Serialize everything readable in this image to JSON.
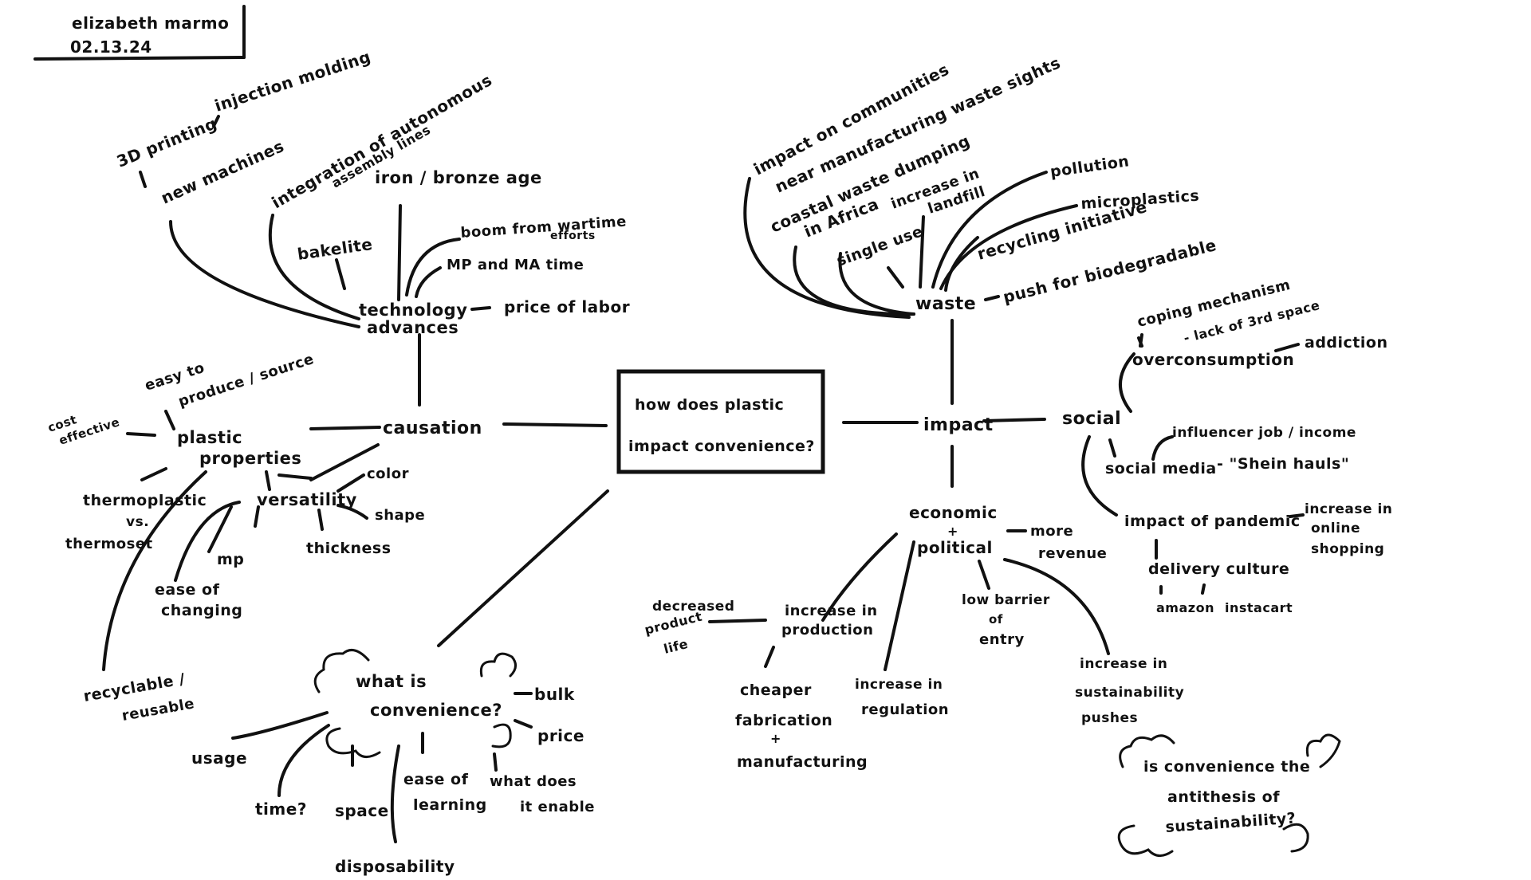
{
  "header": {
    "author": "elizabeth marmo",
    "date": "02.13.24"
  },
  "center": {
    "line1": "how does plastic",
    "line2": "impact convenience?"
  },
  "causation": {
    "label": "causation",
    "technology": {
      "line1": "technology",
      "line2": "advances",
      "items": {
        "printing": "3D printing",
        "injection": "injection molding",
        "new_machines": "new machines",
        "integration1": "integration of autonomous",
        "integration2": "assembly lines",
        "iron": "iron / bronze age",
        "bakelite": "bakelite",
        "boom1": "boom from wartime",
        "boom2": "efforts",
        "mp_ma": "MP and MA time",
        "labor": "price of labor"
      }
    },
    "plastic_properties": {
      "line1": "plastic",
      "line2": "properties",
      "items": {
        "easy1": "easy to",
        "easy2": "produce / source",
        "cost1": "cost",
        "cost2": "effective",
        "thermo1": "thermoplastic",
        "thermo2": "vs.",
        "thermo3": "thermoset",
        "recyclable1": "recyclable /",
        "recyclable2": "reusable"
      }
    },
    "versatility": {
      "label": "versatility",
      "items": {
        "color": "color",
        "shape": "shape",
        "thickness": "thickness",
        "mp": "mp",
        "ease1": "ease of",
        "ease2": "changing"
      }
    }
  },
  "convenience": {
    "line1": "what is",
    "line2": "convenience?",
    "items": {
      "bulk": "bulk",
      "price": "price",
      "usage": "usage",
      "time": "time?",
      "space": "space",
      "learning1": "ease of",
      "learning2": "learning",
      "enable1": "what does",
      "enable2": "it enable",
      "disposability": "disposability"
    }
  },
  "impact": {
    "label": "impact",
    "waste": {
      "label": "waste",
      "items": {
        "communities1": "impact on communities",
        "communities2": "near manufacturing waste sights",
        "coastal1": "coastal waste dumping",
        "coastal2": "in Africa",
        "single_use": "single use",
        "landfill1": "increase in",
        "landfill2": "landfill",
        "pollution": "pollution",
        "microplastics": "microplastics",
        "recycling": "recycling initiative",
        "biodegradable": "push for biodegradable"
      }
    },
    "social": {
      "label": "social",
      "items": {
        "coping": "coping mechanism",
        "third_space": "- lack of 3rd space",
        "overconsumption": "overconsumption",
        "addiction": "addiction",
        "influencer": "influencer job / income",
        "social_media": "social media",
        "shein": "- \"Shein hauls\"",
        "pandemic": "impact of pandemic",
        "online1": "increase in",
        "online2": "online",
        "online3": "shopping",
        "delivery": "delivery culture",
        "amazon": "amazon",
        "instacart": "instacart"
      }
    },
    "economic": {
      "line1": "economic",
      "line2": "+",
      "line3": "political",
      "items": {
        "revenue1": "more",
        "revenue2": "revenue",
        "decreased1": "decreased",
        "decreased2": "product",
        "decreased3": "life",
        "production1": "increase in",
        "production2": "production",
        "cheaper1": "cheaper",
        "cheaper2": "fabrication",
        "cheaper3": "+",
        "cheaper4": "manufacturing",
        "regulation1": "increase in",
        "regulation2": "regulation",
        "barrier1": "low barrier",
        "barrier2": "of",
        "barrier3": "entry",
        "sustain1": "increase in",
        "sustain2": "sustainability",
        "sustain3": "pushes"
      }
    }
  },
  "antithesis": {
    "line1": "is convenience the",
    "line2": "antithesis of",
    "line3": "sustainability?"
  }
}
